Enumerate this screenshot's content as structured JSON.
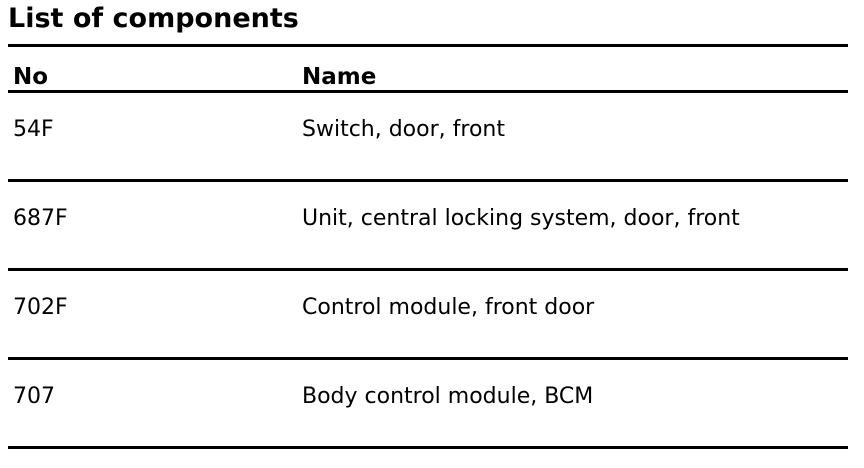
{
  "title": "List of components",
  "columns": {
    "no": "No",
    "name": "Name"
  },
  "rows": [
    {
      "no": "54F",
      "name": "Switch, door, front"
    },
    {
      "no": "687F",
      "name": "Unit, central locking system, door, front"
    },
    {
      "no": "702F",
      "name": "Control module, front door"
    },
    {
      "no": "707",
      "name": "Body control module, BCM"
    }
  ]
}
